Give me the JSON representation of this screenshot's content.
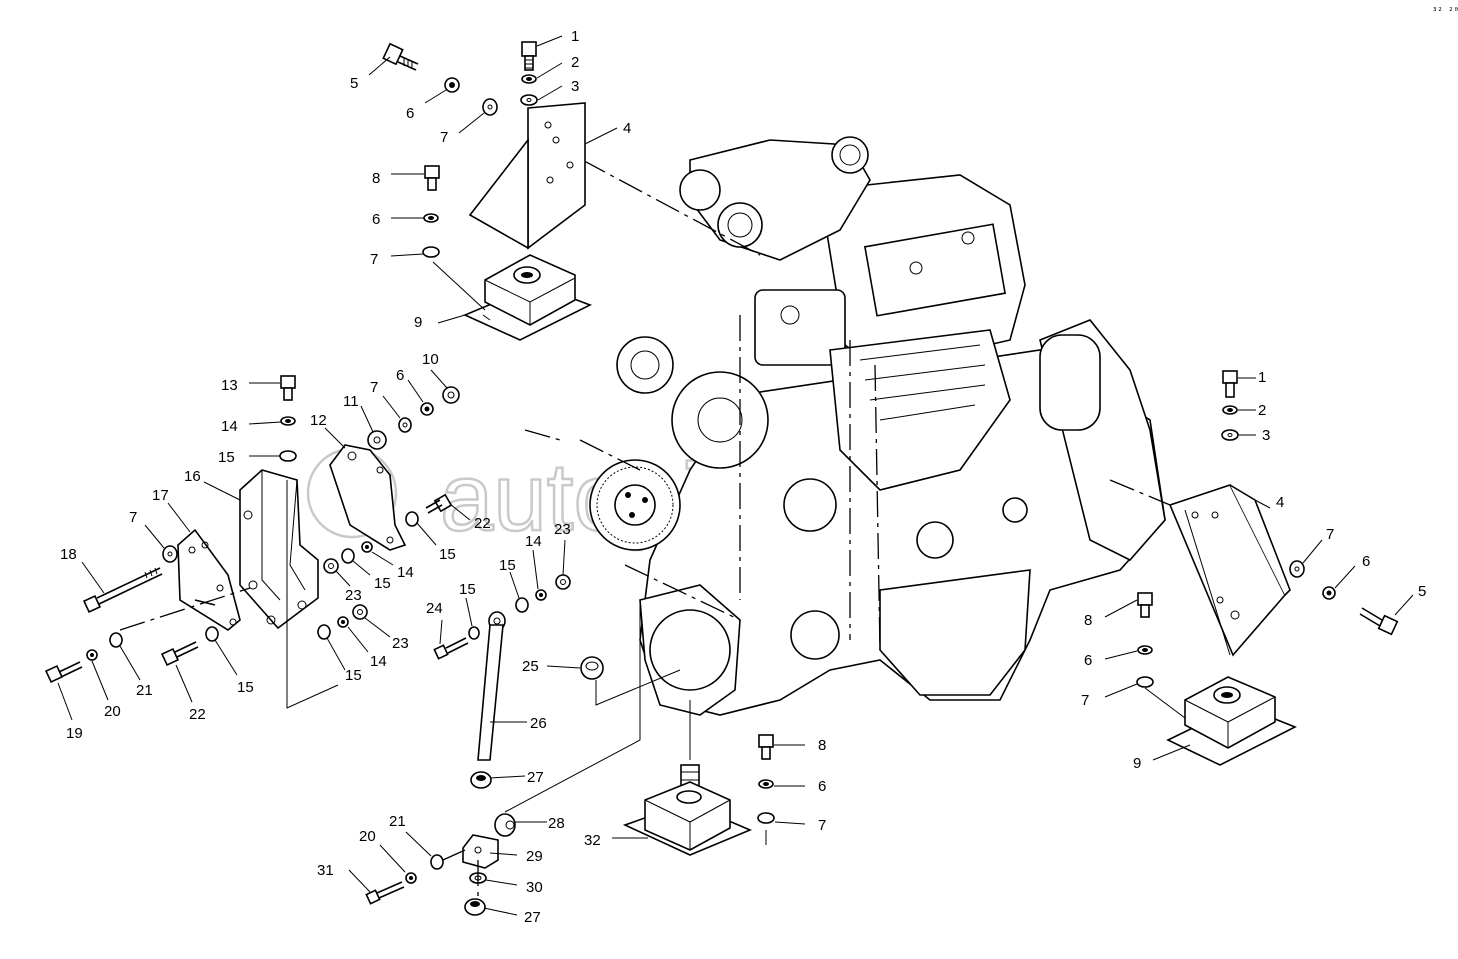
{
  "watermark": "autopiter.ru",
  "corner_mark": "³² ²⁰²",
  "callouts": [
    {
      "id": "c1a",
      "text": "1"
    },
    {
      "id": "c2a",
      "text": "2"
    },
    {
      "id": "c3a",
      "text": "3"
    },
    {
      "id": "c4a",
      "text": "4"
    },
    {
      "id": "c5a",
      "text": "5"
    },
    {
      "id": "c6a",
      "text": "6"
    },
    {
      "id": "c7a",
      "text": "7"
    },
    {
      "id": "c8a",
      "text": "8"
    },
    {
      "id": "c6b",
      "text": "6"
    },
    {
      "id": "c7b",
      "text": "7"
    },
    {
      "id": "c9a",
      "text": "9"
    },
    {
      "id": "c10",
      "text": "10"
    },
    {
      "id": "c6c",
      "text": "6"
    },
    {
      "id": "c7c",
      "text": "7"
    },
    {
      "id": "c11",
      "text": "11"
    },
    {
      "id": "c12",
      "text": "12"
    },
    {
      "id": "c13",
      "text": "13"
    },
    {
      "id": "c14a",
      "text": "14"
    },
    {
      "id": "c15a",
      "text": "15"
    },
    {
      "id": "c16",
      "text": "16"
    },
    {
      "id": "c17",
      "text": "17"
    },
    {
      "id": "c7d",
      "text": "7"
    },
    {
      "id": "c18",
      "text": "18"
    },
    {
      "id": "c22a",
      "text": "22"
    },
    {
      "id": "c15b",
      "text": "15"
    },
    {
      "id": "c14b",
      "text": "14"
    },
    {
      "id": "c15c",
      "text": "15"
    },
    {
      "id": "c23a",
      "text": "23"
    },
    {
      "id": "c23b",
      "text": "23"
    },
    {
      "id": "c14c",
      "text": "14"
    },
    {
      "id": "c15d",
      "text": "15"
    },
    {
      "id": "c15e",
      "text": "15"
    },
    {
      "id": "c21a",
      "text": "21"
    },
    {
      "id": "c20a",
      "text": "20"
    },
    {
      "id": "c19",
      "text": "19"
    },
    {
      "id": "c22b",
      "text": "22"
    },
    {
      "id": "c15f",
      "text": "15"
    },
    {
      "id": "c23c",
      "text": "23"
    },
    {
      "id": "c14d",
      "text": "14"
    },
    {
      "id": "c15g",
      "text": "15"
    },
    {
      "id": "c15h",
      "text": "15"
    },
    {
      "id": "c24",
      "text": "24"
    },
    {
      "id": "c25",
      "text": "25"
    },
    {
      "id": "c26",
      "text": "26"
    },
    {
      "id": "c27a",
      "text": "27"
    },
    {
      "id": "c28",
      "text": "28"
    },
    {
      "id": "c29",
      "text": "29"
    },
    {
      "id": "c30",
      "text": "30"
    },
    {
      "id": "c27b",
      "text": "27"
    },
    {
      "id": "c21b",
      "text": "21"
    },
    {
      "id": "c20b",
      "text": "20"
    },
    {
      "id": "c31",
      "text": "31"
    },
    {
      "id": "c32",
      "text": "32"
    },
    {
      "id": "c8b",
      "text": "8"
    },
    {
      "id": "c6d",
      "text": "6"
    },
    {
      "id": "c7e",
      "text": "7"
    },
    {
      "id": "c1b",
      "text": "1"
    },
    {
      "id": "c2b",
      "text": "2"
    },
    {
      "id": "c3b",
      "text": "3"
    },
    {
      "id": "c4b",
      "text": "4"
    },
    {
      "id": "c7f",
      "text": "7"
    },
    {
      "id": "c6e",
      "text": "6"
    },
    {
      "id": "c5b",
      "text": "5"
    },
    {
      "id": "c8c",
      "text": "8"
    },
    {
      "id": "c6f",
      "text": "6"
    },
    {
      "id": "c7g",
      "text": "7"
    },
    {
      "id": "c9b",
      "text": "9"
    }
  ]
}
